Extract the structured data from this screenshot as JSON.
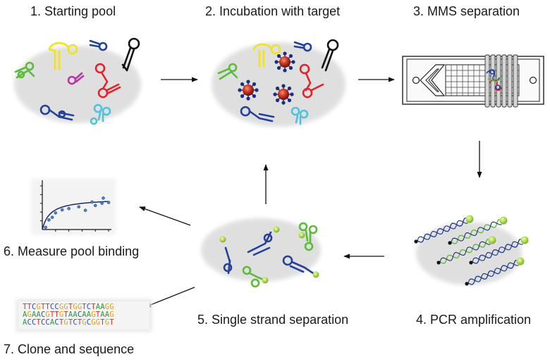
{
  "steps": {
    "s1": "1. Starting pool",
    "s2": "2. Incubation with target",
    "s3": "3. MMS separation",
    "s4": "4. PCR amplification",
    "s5": "5. Single strand separation",
    "s6": "6. Measure pool binding",
    "s7": "7. Clone and sequence"
  },
  "sequences": [
    "TTCGTTCCGGTGGTCTAAGG",
    "AGAACGTTGTAACAAGTAAG",
    "ACCTCCACTGTCTGCGGTGT"
  ],
  "colors": {
    "A": "#2e9a3c",
    "C": "#2b4fb4",
    "G": "#e0a21a",
    "T": "#d6322e",
    "green": "#5dbb3a",
    "yellow": "#f2e316",
    "blue": "#24419a",
    "red": "#e2232c",
    "magenta": "#b23aa0",
    "cyan": "#4fc3dc",
    "black": "#111111",
    "lime": "#a8d64a"
  },
  "binding_plot": {
    "type": "scatter",
    "points": [
      [
        0.05,
        0.05
      ],
      [
        0.1,
        0.22
      ],
      [
        0.15,
        0.28
      ],
      [
        0.2,
        0.38
      ],
      [
        0.3,
        0.45
      ],
      [
        0.4,
        0.48
      ],
      [
        0.55,
        0.52
      ],
      [
        0.65,
        0.44
      ],
      [
        0.8,
        0.55
      ],
      [
        0.9,
        0.6
      ],
      [
        1.0,
        0.62
      ],
      [
        0.92,
        0.72
      ],
      [
        0.75,
        0.63
      ]
    ]
  }
}
